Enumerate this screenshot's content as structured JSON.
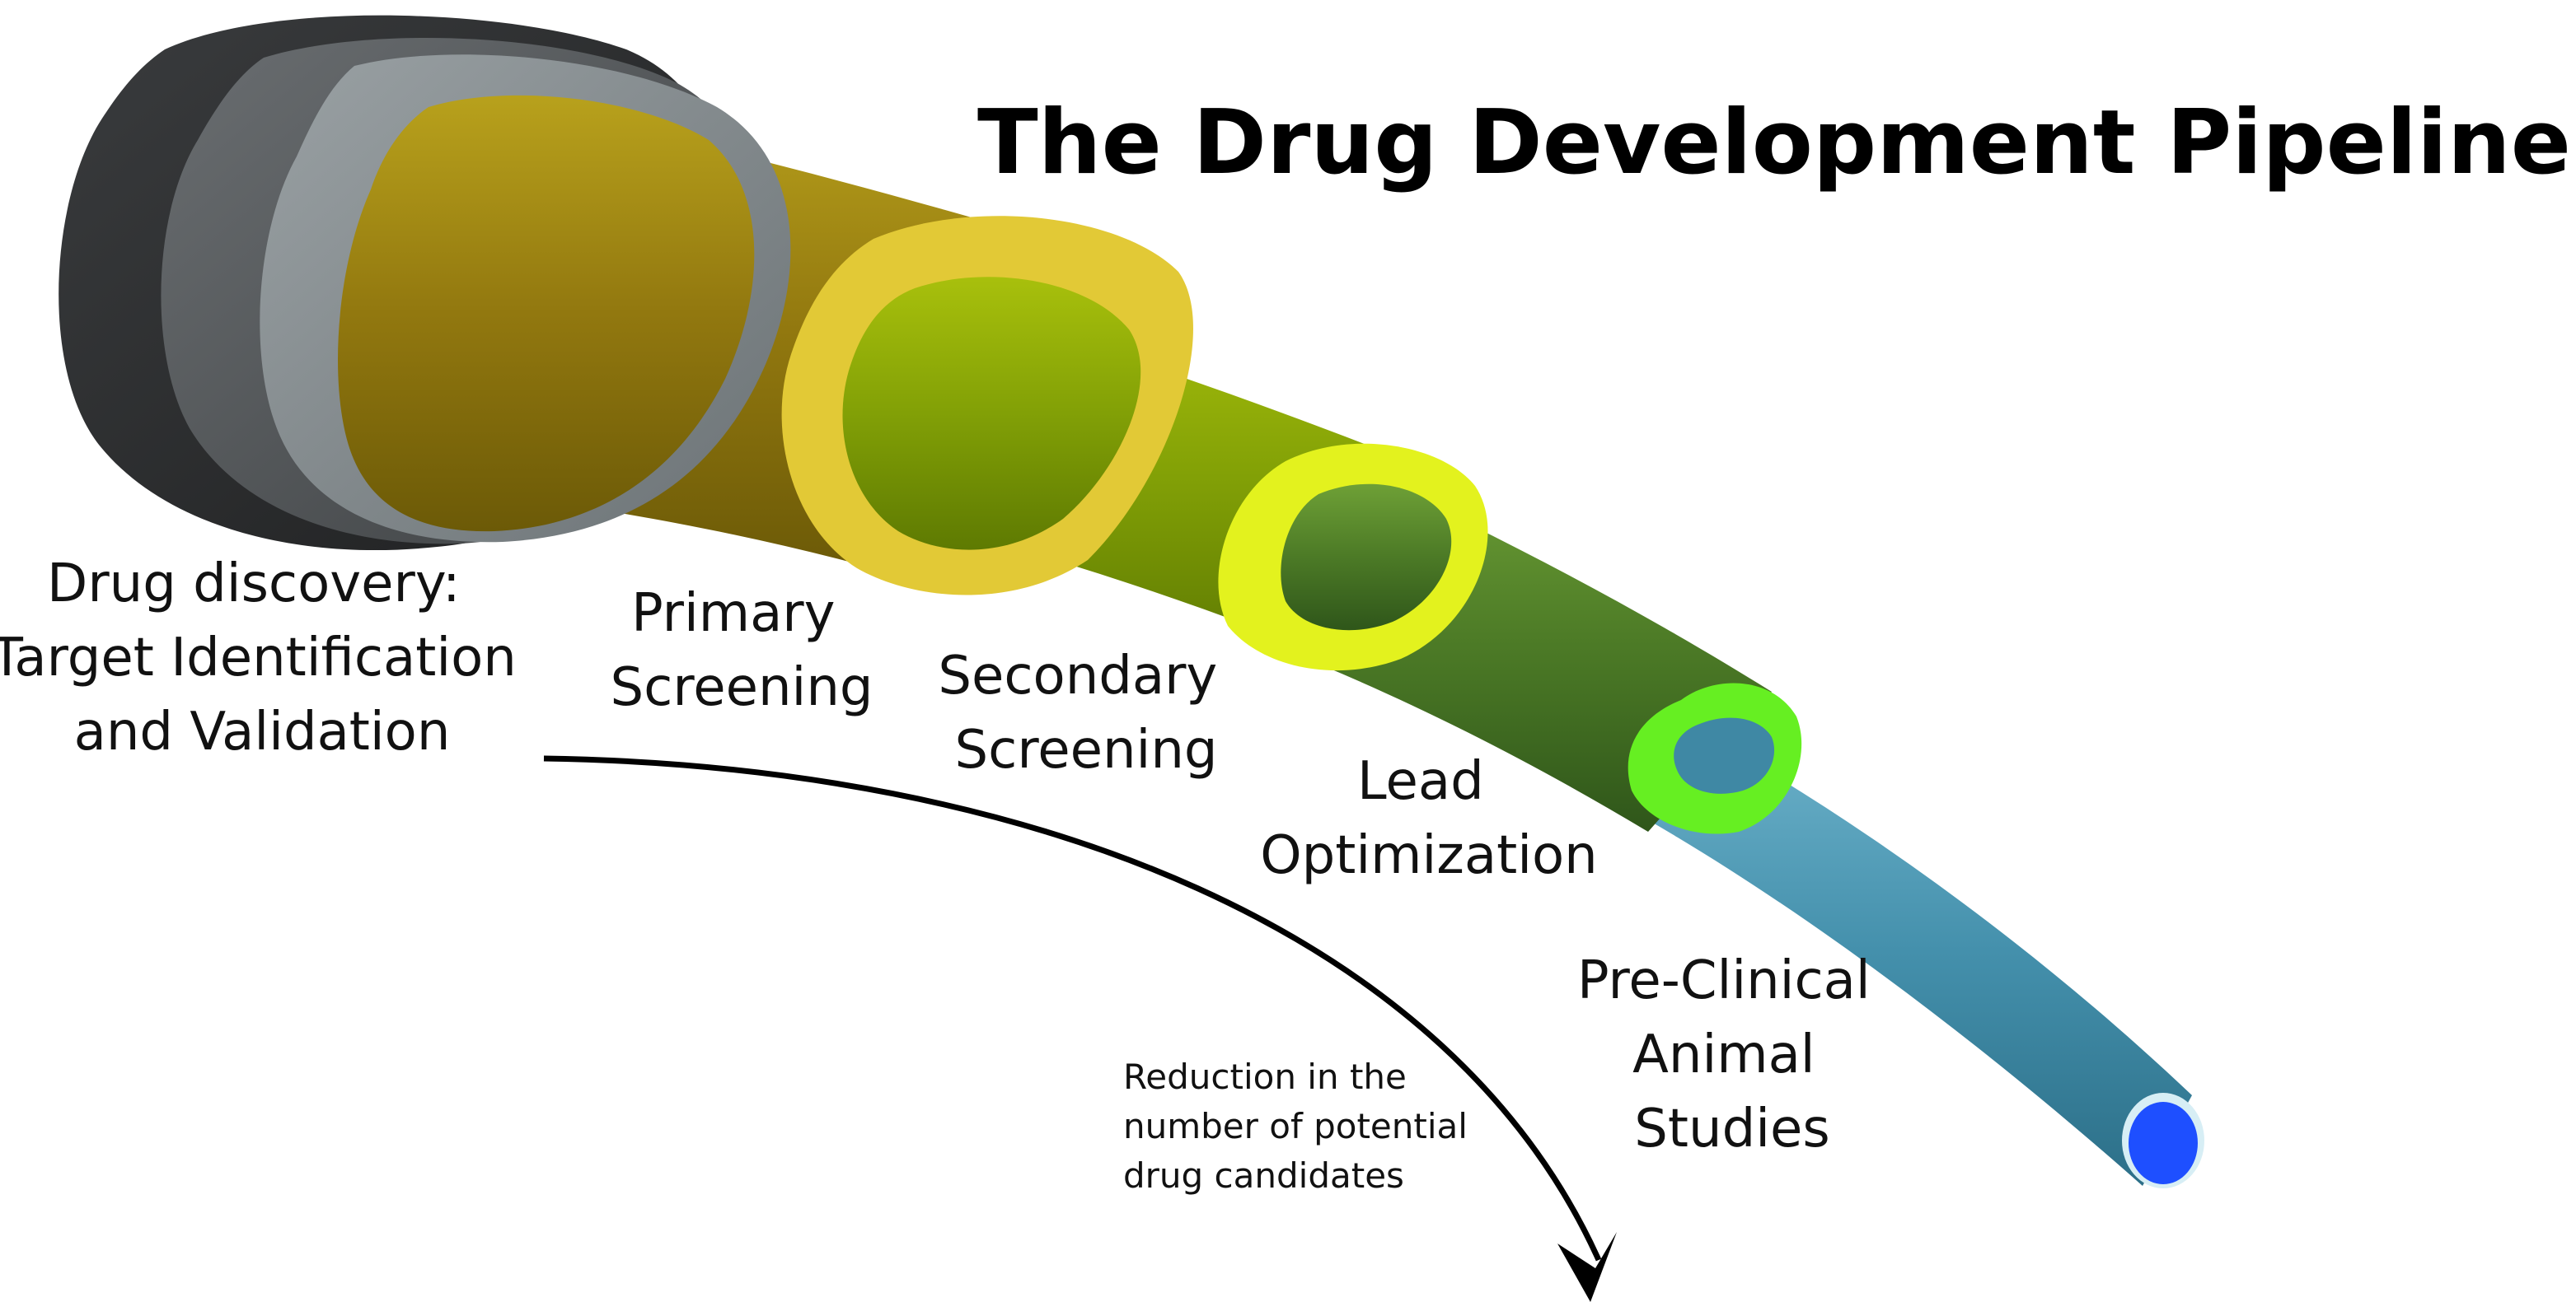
{
  "title": "The Drug Development Pipeline",
  "stages": [
    {
      "lines": [
        "Drug discovery:",
        "Target Identification",
        "and Validation"
      ]
    },
    {
      "lines": [
        "Primary",
        "Screening"
      ]
    },
    {
      "lines": [
        "Secondary",
        "Screening"
      ]
    },
    {
      "lines": [
        "Lead",
        "Optimization"
      ]
    },
    {
      "lines": [
        "Pre-Clinical",
        "Animal",
        "Studies"
      ]
    }
  ],
  "reduction_note": {
    "lines": [
      "Reduction in the",
      "number of potential",
      "drug candidates"
    ]
  },
  "colors": {
    "discovery_outer": "#2b2d2f",
    "discovery_mid": "#55595c",
    "discovery_inner": "#8a9194",
    "primary_tube": "#8a7410",
    "primary_rim": "#e2c936",
    "secondary_tube": "#7a9606",
    "secondary_rim": "#e3f21e",
    "lead_tube": "#4e7a28",
    "lead_rim": "#66ef22",
    "preclinical_tube": "#3f88a4",
    "preclinical_core": "#1e4fff",
    "arrow": "#000000"
  }
}
